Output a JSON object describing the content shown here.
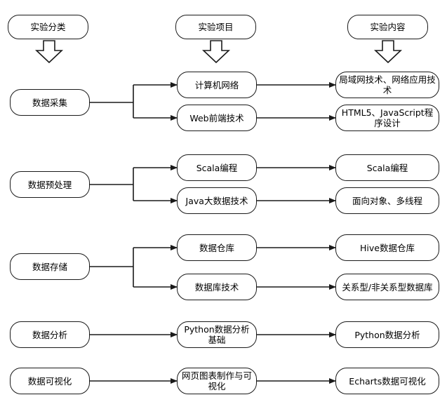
{
  "colors": {
    "stroke": "#1a1a1a",
    "background": "#ffffff",
    "text": "#000000"
  },
  "headers": {
    "category": "实验分类",
    "project": "实验项目",
    "content": "实验内容"
  },
  "groups": [
    {
      "category": "数据采集",
      "items": [
        {
          "project": "计算机网络",
          "content": "局域网技术、网络应用技术"
        },
        {
          "project": "Web前端技术",
          "content": "HTML5、JavaScript程序设计"
        }
      ]
    },
    {
      "category": "数据预处理",
      "items": [
        {
          "project": "Scala编程",
          "content": "Scala编程"
        },
        {
          "project": "Java大数据技术",
          "content": "面向对象、多线程"
        }
      ]
    },
    {
      "category": "数据存储",
      "items": [
        {
          "project": "数据仓库",
          "content": "Hive数据仓库"
        },
        {
          "project": "数据库技术",
          "content": "关系型/非关系型数据库"
        }
      ]
    },
    {
      "category": "数据分析",
      "items": [
        {
          "project": "Python数据分析基础",
          "content": "Python数据分析"
        }
      ]
    },
    {
      "category": "数据可视化",
      "items": [
        {
          "project": "网页图表制作与可视化",
          "content": "Echarts数据可视化"
        }
      ]
    }
  ]
}
